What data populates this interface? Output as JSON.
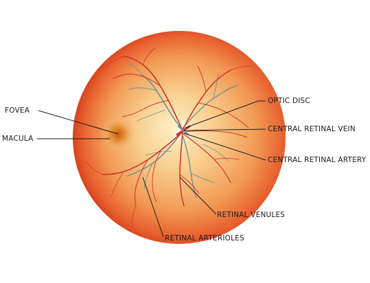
{
  "diagram": {
    "labels": {
      "fovea": "FOVEA",
      "macula": "MACULA",
      "optic_disc": "OPTIC DISC",
      "central_retinal_vein": "CENTRAL RETINAL VEIN",
      "central_retinal_artery": "CENTRAL RETINAL ARTERY",
      "retinal_venules": "RETINAL VENULES",
      "retinal_arterioles": "RETINAL ARTERIOLES"
    },
    "colors": {
      "retina_outer": "#e8522c",
      "retina_mid": "#f29a55",
      "retina_inner": "#fbe4b4",
      "macula": "#d9741a",
      "optic_disc": "#fff6d8",
      "artery": "#d2312a",
      "vein": "#6f8f96",
      "leader_line": "#1a1a1a"
    }
  }
}
